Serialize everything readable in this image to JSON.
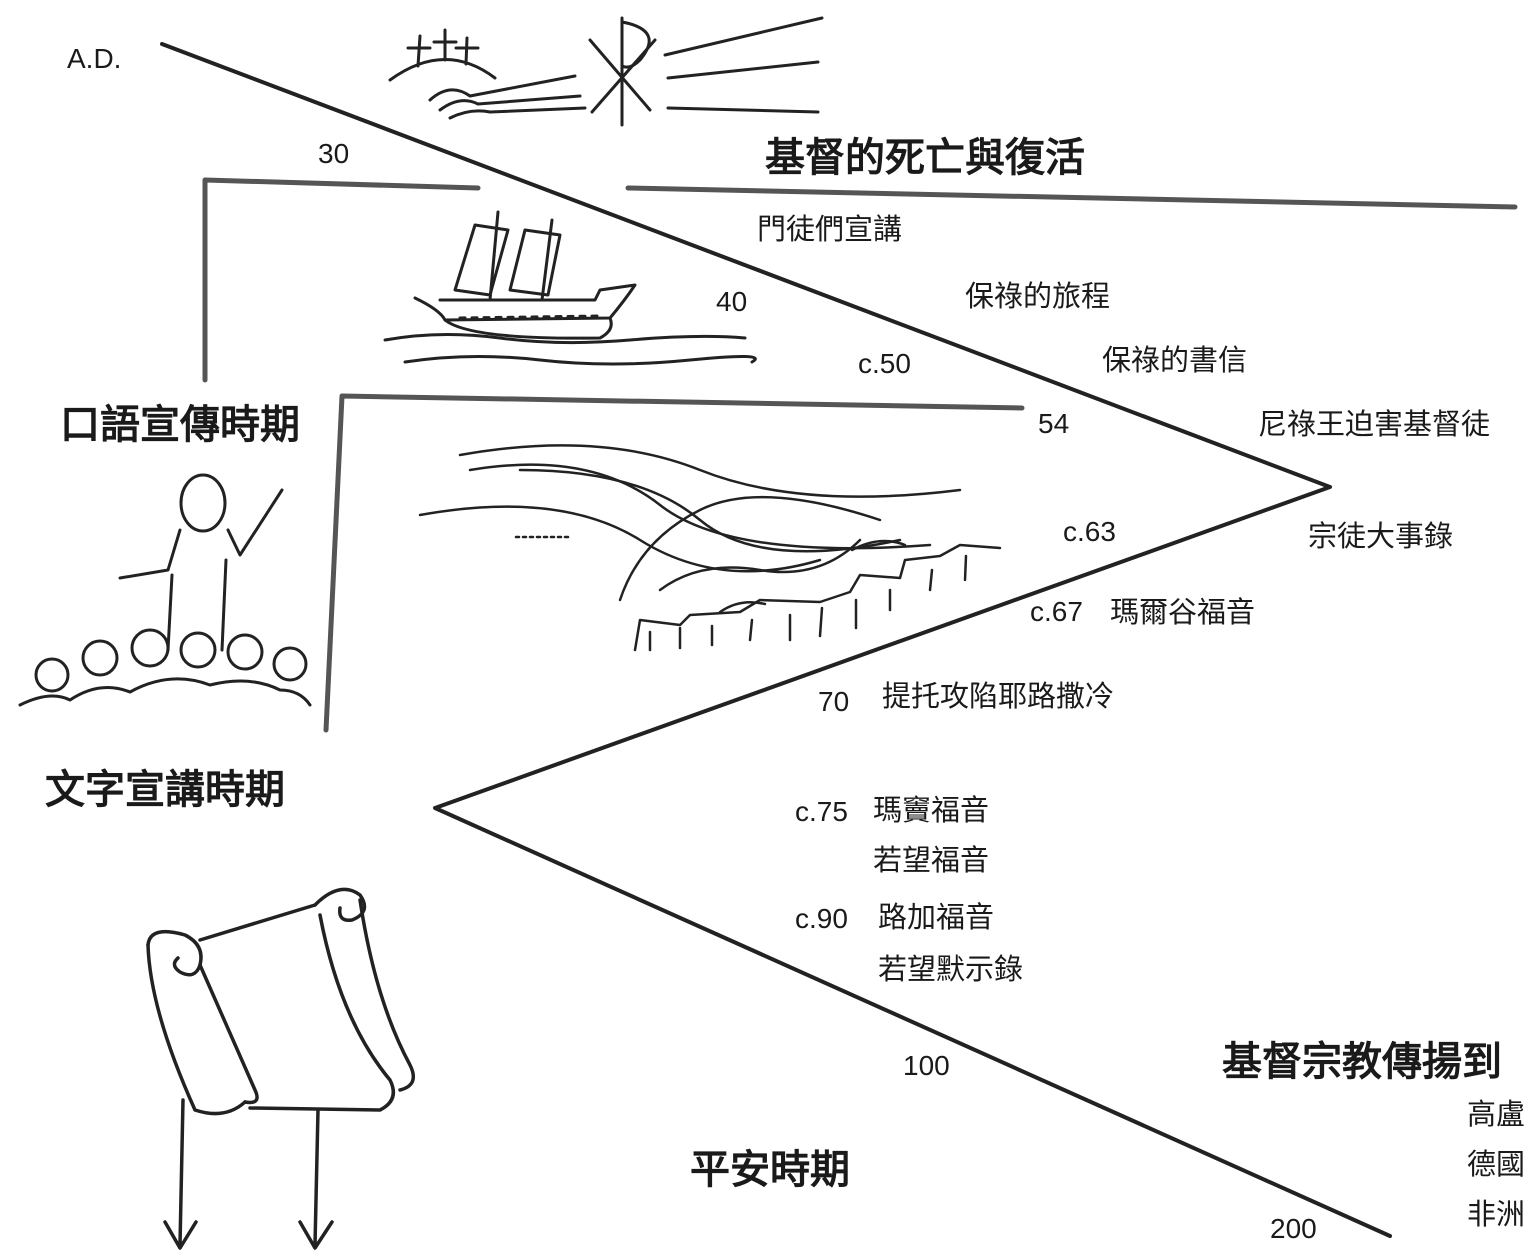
{
  "era_marker": "A.D.",
  "years": {
    "y30": "30",
    "y40": "40",
    "c50": "c.50",
    "y54": "54",
    "c63": "c.63",
    "c67": "c.67",
    "y70": "70",
    "c75": "c.75",
    "c90": "c.90",
    "y100": "100",
    "y200": "200"
  },
  "headings": {
    "death_resurrection": "基督的死亡與復活",
    "oral_period": "口語宣傳時期",
    "written_period": "文字宣講時期",
    "peace_period": "平安時期",
    "spread": "基督宗教傳揚到"
  },
  "events": {
    "apostles_preach": "門徒們宣講",
    "paul_journeys": "保祿的旅程",
    "paul_letters": "保祿的書信",
    "nero_persecution": "尼祿王迫害基督徒",
    "acts": "宗徒大事錄",
    "mark": "瑪爾谷福音",
    "titus_jerusalem": "提托攻陷耶路撒冷",
    "matthew": "瑪竇福音",
    "john_gospel": "若望福音",
    "luke": "路加福音",
    "revelation": "若望默示錄"
  },
  "regions": [
    "高盧",
    "德國",
    "非洲"
  ],
  "icons": [
    "crosses-on-hill-icon",
    "chi-rho-icon",
    "sailing-ship-icon",
    "preacher-crowd-icon",
    "burning-city-icon",
    "scroll-icon"
  ]
}
